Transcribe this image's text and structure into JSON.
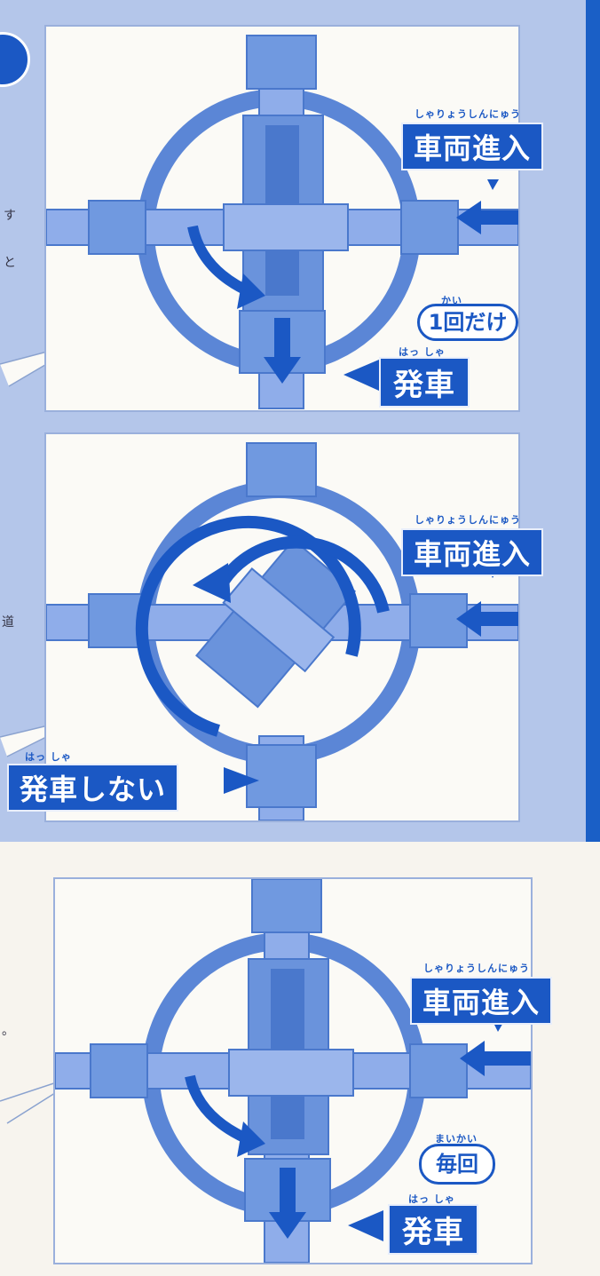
{
  "colors": {
    "accent": "#1b58c4",
    "band": "#b4c6ea",
    "paper": "#f7f4ee"
  },
  "panels": [
    {
      "enter_ruby": "しゃりょうしんにゅう",
      "enter_label": "車両進入",
      "bubble_ruby": "かい",
      "bubble_label": "1回だけ",
      "depart_ruby": "はっ しゃ",
      "depart_label": "発車"
    },
    {
      "enter_ruby": "しゃりょうしんにゅう",
      "enter_label": "車両進入",
      "depart_ruby": "はっ しゃ",
      "depart_label": "発車しない"
    },
    {
      "enter_ruby": "しゃりょうしんにゅう",
      "enter_label": "車両進入",
      "bubble_ruby": "まいかい",
      "bubble_label": "毎回",
      "depart_ruby": "はっ しゃ",
      "depart_label": "発車"
    }
  ],
  "side_fragments": {
    "p1_a": "す",
    "p1_b": "と",
    "p2_a": "道",
    "p3_a": "。"
  }
}
